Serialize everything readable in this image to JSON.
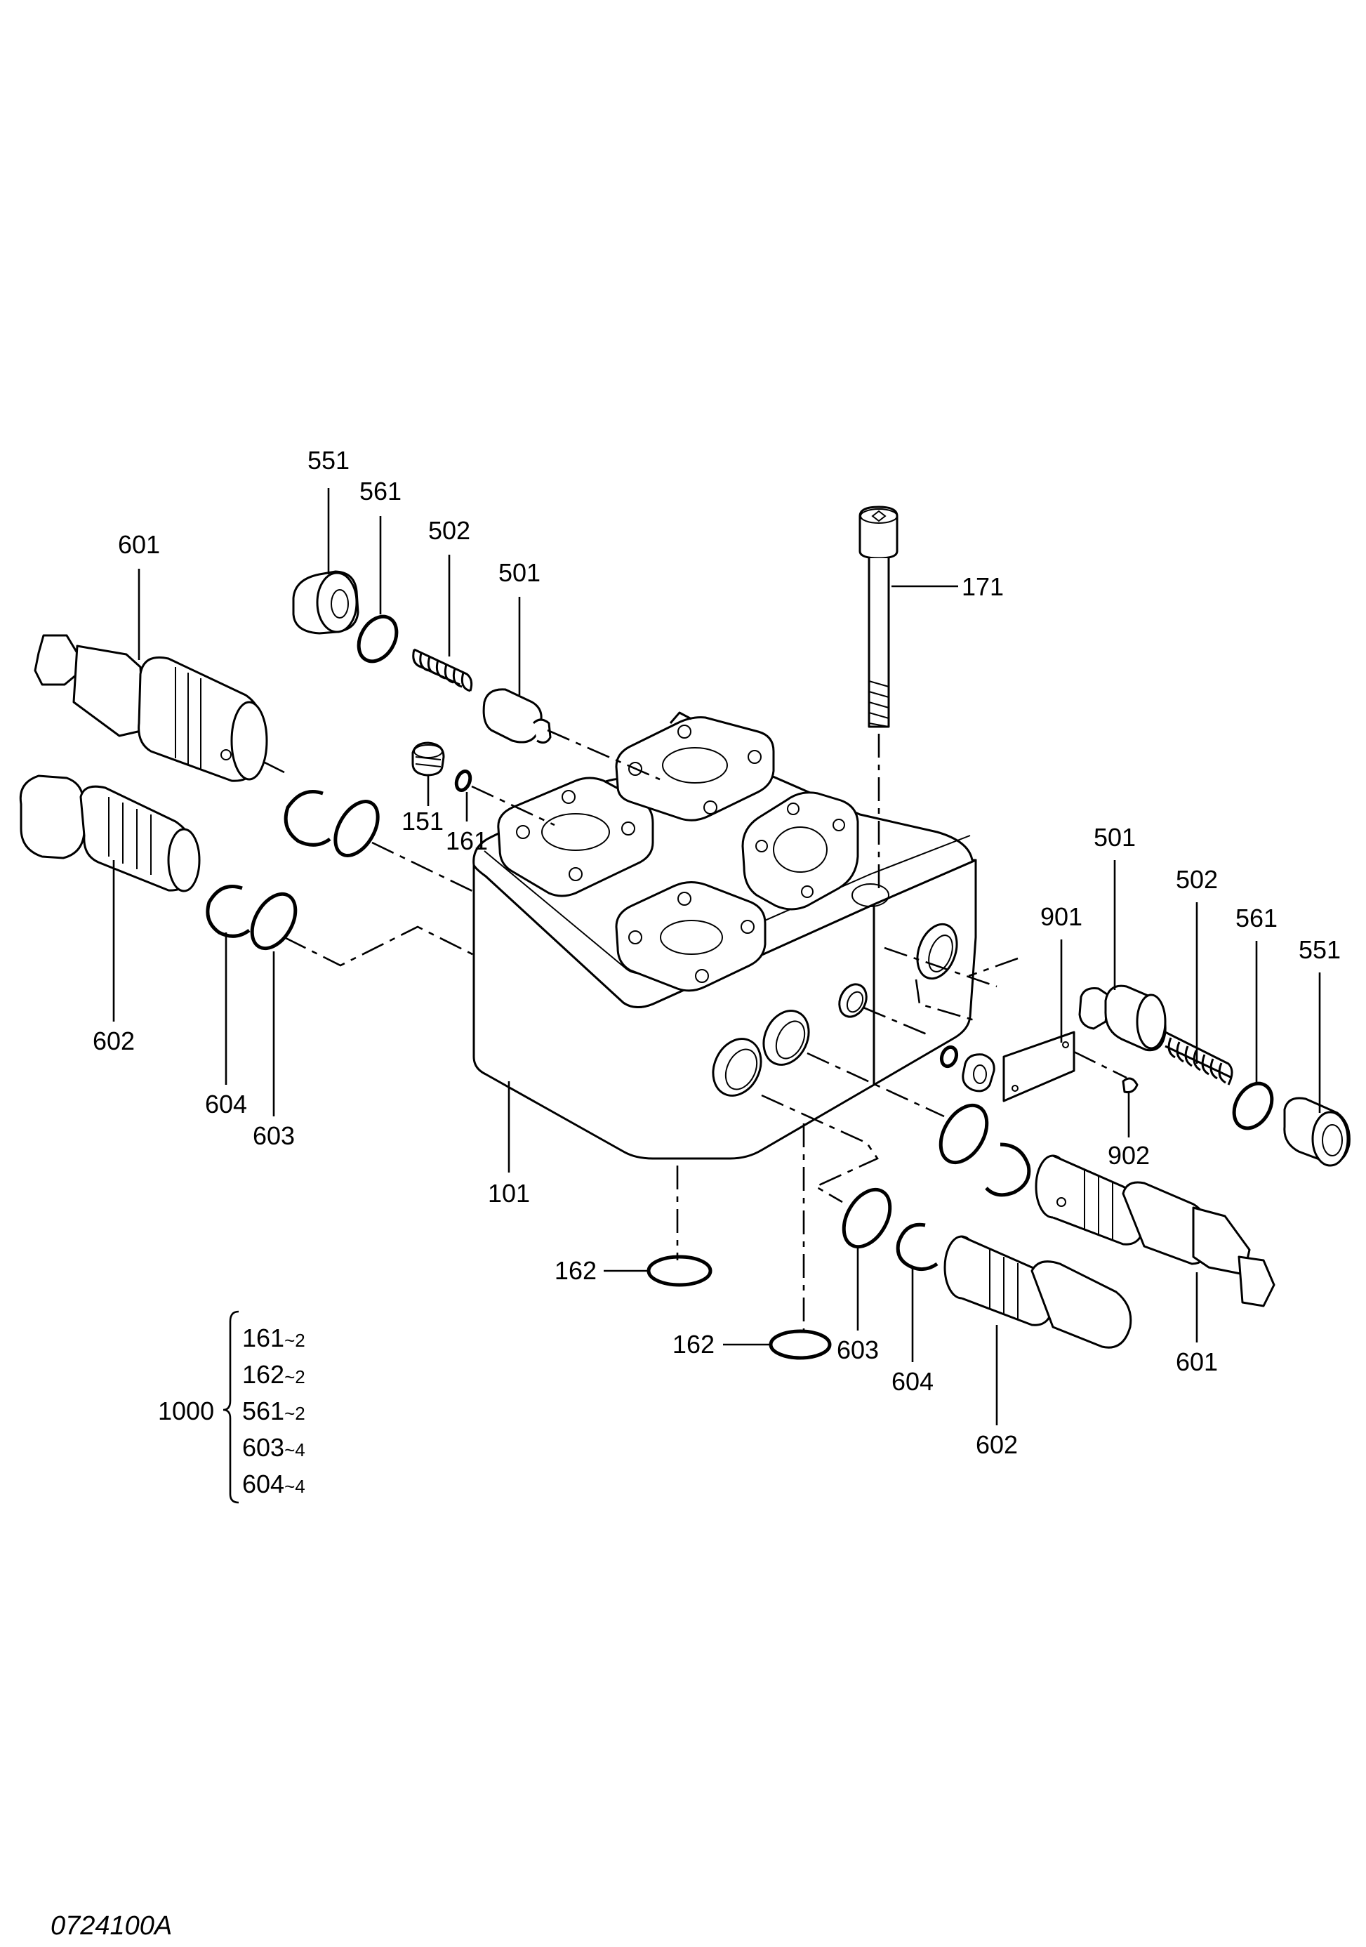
{
  "drawing_code": "0724100A",
  "callouts": {
    "c551_left": "551",
    "c561_left": "561",
    "c502_left": "502",
    "c501_left": "501",
    "c601_left": "601",
    "c171": "171",
    "c151": "151",
    "c161": "161",
    "c602_left": "602",
    "c604_left": "604",
    "c603_left": "603",
    "c101": "101",
    "c901": "901",
    "c501_right": "501",
    "c502_right": "502",
    "c561_right": "561",
    "c551_right": "551",
    "c902": "902",
    "c162_a": "162",
    "c162_b": "162",
    "c603_right": "603",
    "c604_right": "604",
    "c602_right": "602",
    "c601_right": "601"
  },
  "kit": {
    "number": "1000",
    "items": [
      {
        "part": "161",
        "qty": "~2"
      },
      {
        "part": "162",
        "qty": "~2"
      },
      {
        "part": "561",
        "qty": "~2"
      },
      {
        "part": "603",
        "qty": "~4"
      },
      {
        "part": "604",
        "qty": "~4"
      }
    ]
  }
}
